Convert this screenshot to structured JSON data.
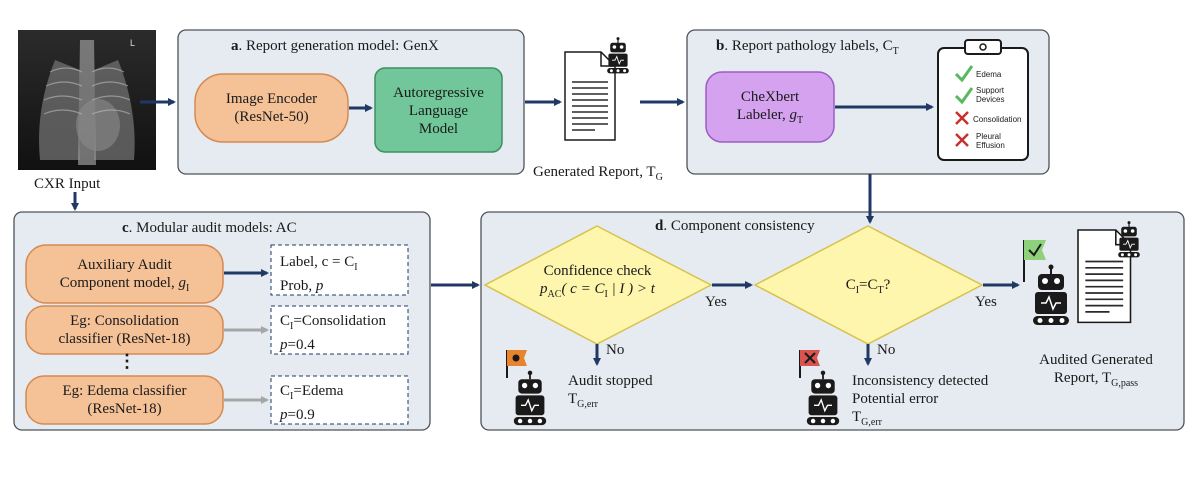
{
  "colors": {
    "panel_fill": "#e5ebf0",
    "panel_stroke": "#4d5359",
    "orange_fill": "#f5c197",
    "orange_stroke": "#d48a52",
    "green_fill": "#71c79a",
    "green_stroke": "#3e8e64",
    "purple_fill": "#d5a2f0",
    "purple_stroke": "#9c5cc4",
    "diamond_fill": "#fff6ad",
    "diamond_stroke": "#d8c24c",
    "arrow_dark": "#1f3864",
    "arrow_gray": "#a6a6a6",
    "check_green": "#5cb85c",
    "cross_red": "#c9302c"
  },
  "input": {
    "label": "CXR Input"
  },
  "panel_a": {
    "letter": "a",
    "title": ". Report generation model: GenX",
    "encoder_line1": "Image Encoder",
    "encoder_line2": "(ResNet-50)",
    "lm_line1": "Autoregressive",
    "lm_line2": "Language",
    "lm_line3": "Model"
  },
  "generated_report": {
    "label": "Generated Report, T",
    "sub": "G"
  },
  "panel_b": {
    "letter": "b",
    "title": ". Report pathology labels, C",
    "title_sub": "T",
    "chexbert_line1": "CheXbert",
    "chexbert_line2": "Labeler, ",
    "chexbert_var": "g",
    "chexbert_sub": "T",
    "clipboard_items": [
      "Edema",
      "Support",
      "Devices",
      "Consolidation",
      "Pleural",
      "Effusion"
    ]
  },
  "panel_c": {
    "letter": "c",
    "title": ". Modular audit models: AC",
    "aux_line1": "Auxiliary Audit",
    "aux_line2": "Component model, ",
    "aux_var": "g",
    "aux_sub": "I",
    "aux_out_line1": "Label, c = C",
    "aux_out_line1_sub": "I",
    "aux_out_line2": "Prob, ",
    "aux_out_var": "p",
    "cons_line1": "Eg: Consolidation",
    "cons_line2": "classifier (ResNet-18)",
    "cons_out_line1": "C",
    "cons_out_line1_sub": "I",
    "cons_out_line1_rest": "=Consolidation",
    "cons_out_line2_var": "p",
    "cons_out_line2": "=0.4",
    "ellipsis": "⋮",
    "edema_line1": "Eg: Edema classifier",
    "edema_line2": "(ResNet-18)",
    "edema_out_line1": "C",
    "edema_out_line1_sub": "I",
    "edema_out_line1_rest": "=Edema",
    "edema_out_line2_var": "p",
    "edema_out_line2": "=0.9"
  },
  "panel_d": {
    "letter": "d",
    "title": ". Component consistency",
    "conf_line1": "Confidence check",
    "conf_line2_a": "p",
    "conf_line2_a_sub": "AC",
    "conf_line2_b": "( c = C",
    "conf_line2_b_sub": "I",
    "conf_line2_c": " | I ) > t",
    "cmp_a": "C",
    "cmp_a_sub": "I",
    "cmp_mid": "=C",
    "cmp_b_sub": "T",
    "cmp_end": "?",
    "yes1": "Yes",
    "yes2": "Yes",
    "no1": "No",
    "no2": "No",
    "stopped_line1": "Audit stopped",
    "stopped_line2": "T",
    "stopped_sub": "G,err",
    "incons_line1": "Inconsistency detected",
    "incons_line2": "Potential error",
    "incons_line3": "T",
    "incons_sub": "G,err",
    "audited_line1": "Audited Generated",
    "audited_line2": "Report, T",
    "audited_sub": "G,pass"
  }
}
